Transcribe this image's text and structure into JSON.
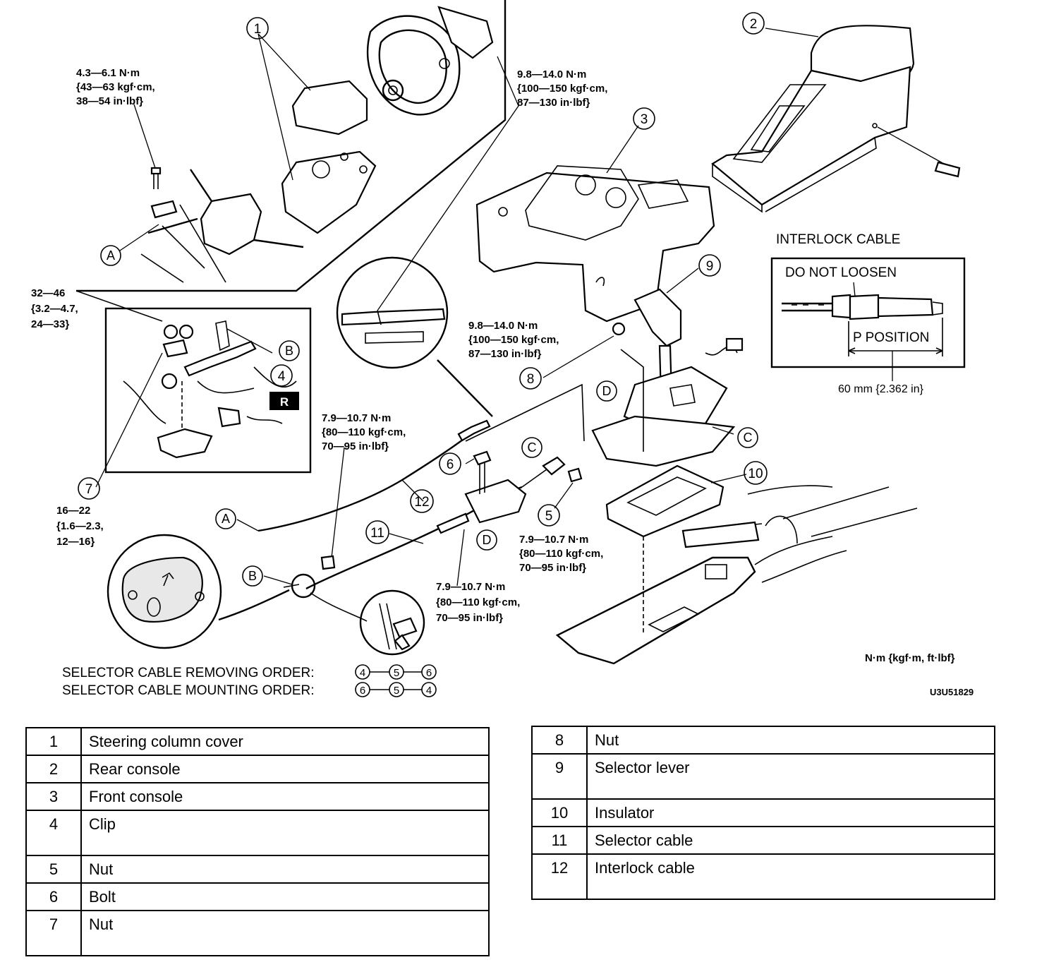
{
  "torques": {
    "steering_bracket": [
      "4.3—6.1 N·m",
      "{43—63 kgf·cm,",
      "38—54 in·lbf}"
    ],
    "interlock_upper": [
      "9.8—14.0 N·m",
      "{100—150 kgf·cm,",
      "87—130 in·lbf}"
    ],
    "nut8": [
      "9.8—14.0 N·m",
      "{100—150 kgf·cm,",
      "87—130 in·lbf}"
    ],
    "nut_top_left": [
      "32—46",
      "{3.2—4.7,",
      "24—33}"
    ],
    "nut7": [
      "16—22",
      "{1.6—2.3,",
      "12—16}"
    ],
    "interlock_mid": [
      "7.9—10.7 N·m",
      "{80—110 kgf·cm,",
      "70—95 in·lbf}"
    ],
    "nut5": [
      "7.9—10.7 N·m",
      "{80—110 kgf·cm,",
      "70—95 in·lbf}"
    ],
    "bolt6": [
      "7.9—10.7 N·m",
      "{80—110 kgf·cm,",
      "70—95 in·lbf}"
    ]
  },
  "callouts": {
    "numbers": [
      "1",
      "2",
      "3",
      "4",
      "5",
      "6",
      "7",
      "8",
      "9",
      "10",
      "11",
      "12"
    ],
    "letters": {
      "A": "A",
      "B": "B",
      "C": "C",
      "D": "D"
    },
    "r_badge": "R"
  },
  "interlock_inset": {
    "title": "INTERLOCK CABLE",
    "do_not_loosen": "DO NOT LOOSEN",
    "p_position": "P POSITION",
    "dimension": "60 mm {2.362 in}"
  },
  "order_notes": {
    "removing_label": "SELECTOR CABLE REMOVING ORDER:",
    "removing_seq": [
      "4",
      "5",
      "6"
    ],
    "mounting_label": "SELECTOR CABLE MOUNTING ORDER:",
    "mounting_seq": [
      "6",
      "5",
      "4"
    ]
  },
  "units_note": "N·m {kgf·m, ft·lbf}",
  "figure_code": "U3U51829",
  "legend_left": [
    {
      "n": "1",
      "t": "Steering column cover",
      "tall": false
    },
    {
      "n": "2",
      "t": "Rear console",
      "tall": false
    },
    {
      "n": "3",
      "t": "Front console",
      "tall": false
    },
    {
      "n": "4",
      "t": "Clip",
      "tall": true
    },
    {
      "n": "5",
      "t": "Nut",
      "tall": false
    },
    {
      "n": "6",
      "t": "Bolt",
      "tall": false
    },
    {
      "n": "7",
      "t": "Nut",
      "tall": true
    }
  ],
  "legend_right": [
    {
      "n": "8",
      "t": "Nut",
      "tall": false
    },
    {
      "n": "9",
      "t": "Selector lever",
      "tall": true
    },
    {
      "n": "10",
      "t": "Insulator",
      "tall": false
    },
    {
      "n": "11",
      "t": "Selector cable",
      "tall": false
    },
    {
      "n": "12",
      "t": "Interlock cable",
      "tall": true
    }
  ]
}
